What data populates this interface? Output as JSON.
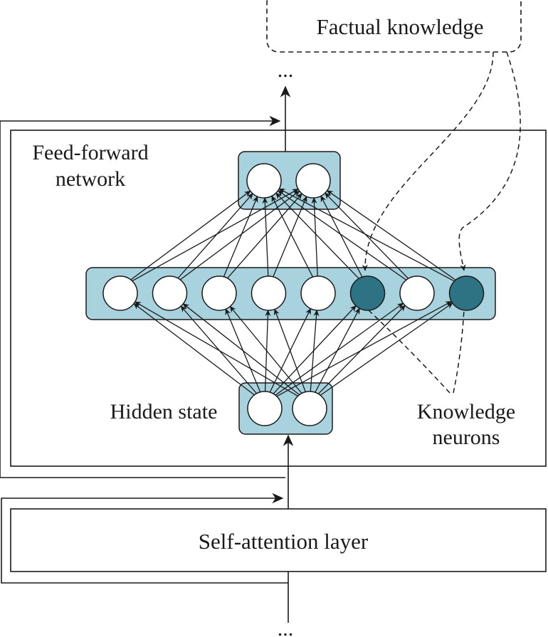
{
  "labels": {
    "factual_knowledge": "Factual knowledge",
    "top_dots": "...",
    "bottom_dots": "...",
    "ffn_line1": "Feed-forward",
    "ffn_line2": "network",
    "hidden_state": "Hidden state",
    "knowledge_line1": "Knowledge",
    "knowledge_line2": "neurons",
    "self_attention": "Self-attention layer"
  },
  "colors": {
    "box_fill": "#a8d3de",
    "neuron_fill": "#ffffff",
    "knowledge_neuron_fill": "#2e7384",
    "stroke": "#1a1a1a"
  },
  "layers": {
    "output_neurons": 2,
    "intermediate_neurons": 8,
    "hidden_neurons": 2,
    "knowledge_neuron_positions": [
      6,
      8
    ]
  }
}
